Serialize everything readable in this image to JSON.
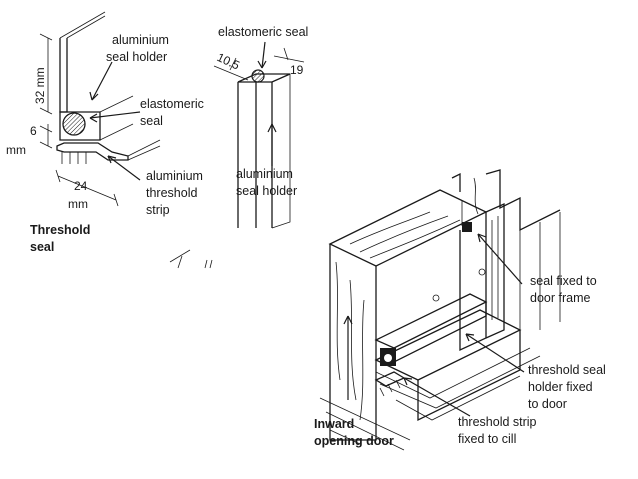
{
  "left_detail": {
    "labels": {
      "aluminium_seal_holder": [
        "aluminium",
        "seal holder"
      ],
      "elastomeric_seal": [
        "elastomeric",
        "seal"
      ],
      "aluminium_threshold_strip": [
        "aluminium",
        "threshold",
        "strip"
      ],
      "title": [
        "Threshold",
        "seal"
      ]
    },
    "dims": {
      "height": "32 mm",
      "six": "6",
      "mm": "mm",
      "width24": "24",
      "width24_unit": "mm"
    }
  },
  "middle_detail": {
    "labels": {
      "elastomeric_seal": "elastomeric seal",
      "aluminium_seal_holder": [
        "aluminium",
        "seal holder"
      ]
    },
    "dims": {
      "a": "10.5",
      "b": "19"
    }
  },
  "iso_view": {
    "labels": {
      "seal_fixed_to_frame": [
        "seal fixed to",
        "door frame"
      ],
      "threshold_seal_holder": [
        "threshold seal",
        "holder fixed",
        "to door"
      ],
      "threshold_strip": [
        "threshold strip",
        "fixed to cill"
      ],
      "inward_opening_door": [
        "Inward",
        "opening door"
      ]
    }
  },
  "colors": {
    "ink": "#1a1a1a",
    "background": "#ffffff"
  }
}
